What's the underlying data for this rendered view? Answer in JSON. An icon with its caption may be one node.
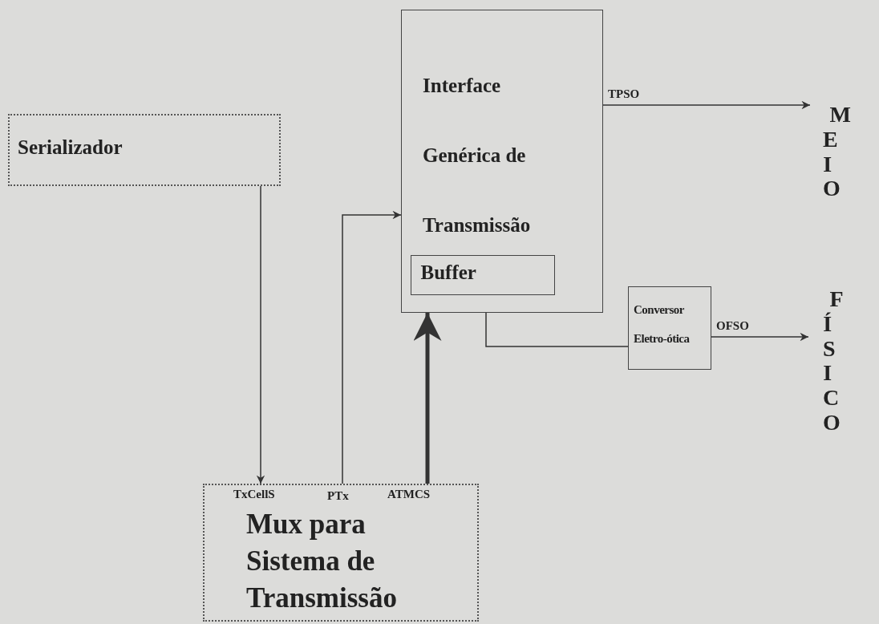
{
  "diagram": {
    "nodes": [
      {
        "text": [
          "Serializador"
        ]
      },
      {
        "text": [
          "Interface Genérica de Transmissão"
        ]
      },
      {
        "text": [
          "Buffer"
        ],
        "in": 1
      },
      {
        "text": [
          "Conversor Eletro-ótica"
        ]
      },
      {
        "text": [
          "TxCellS",
          "PTx",
          "ATMCS",
          "Mux para Sistema de Transmissão"
        ]
      },
      {
        "text": [
          "MEIO",
          "FÍSICO"
        ]
      }
    ],
    "edges": [
      {
        "from": 0,
        "to": 4,
        "arrow": "to"
      },
      {
        "from": 4,
        "to": 1,
        "arrow": "to"
      },
      {
        "from": 4,
        "to": 1,
        "arrow": "to",
        "style": "thick"
      },
      {
        "from": 1,
        "to": 5,
        "arrow": "to",
        "label": "TPSO"
      },
      {
        "from": 1,
        "to": 3,
        "arrow": "none"
      },
      {
        "from": 3,
        "to": 5,
        "arrow": "to",
        "label": "OFSO"
      }
    ]
  }
}
